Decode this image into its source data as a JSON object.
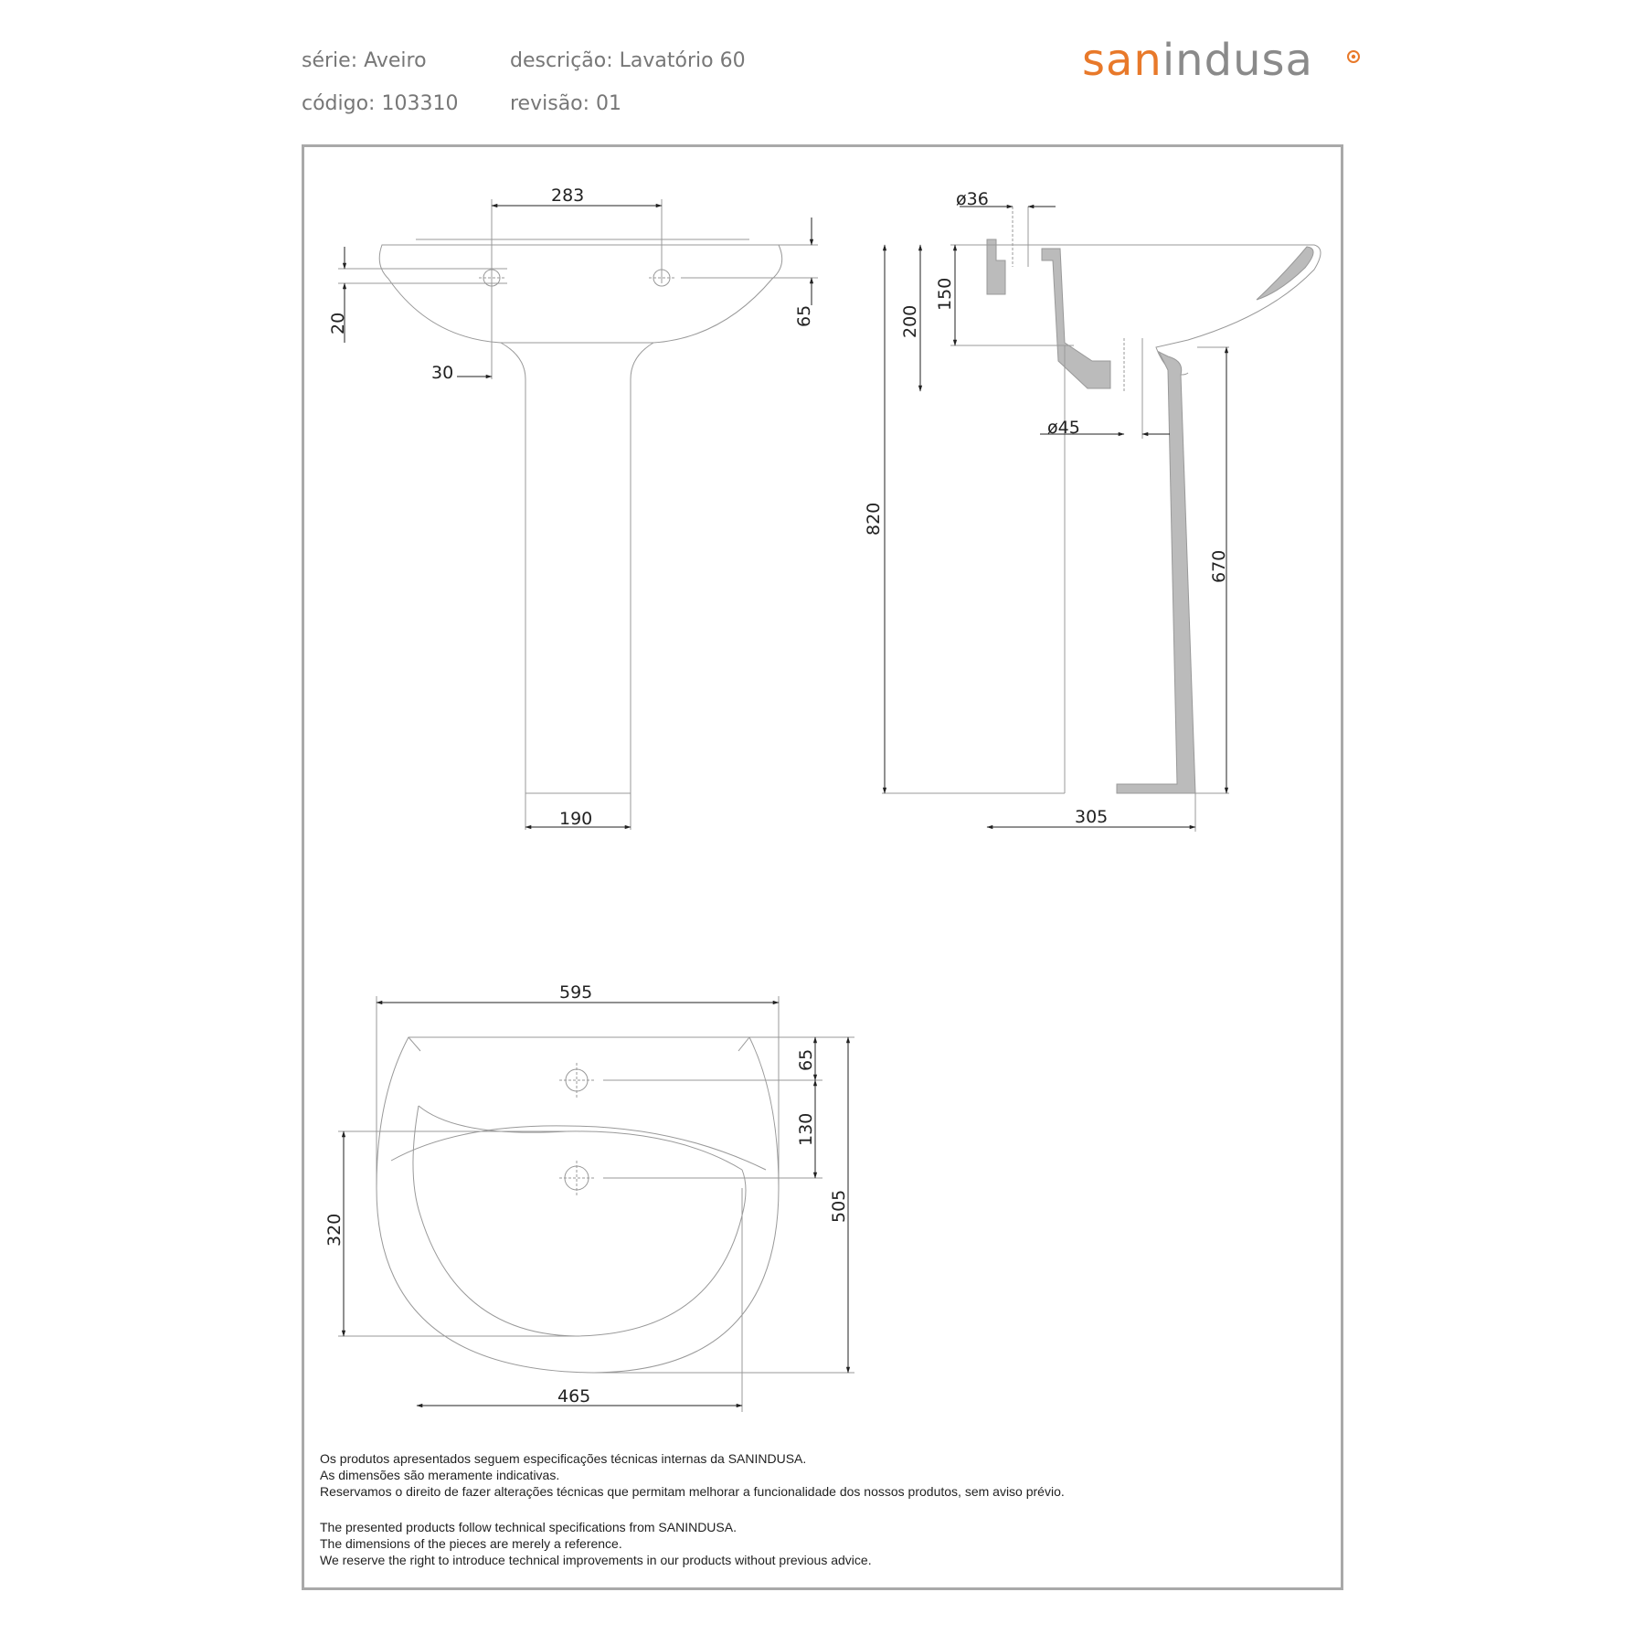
{
  "header": {
    "serie_label": "série: Aveiro",
    "descricao_label": "descrição: Lavatório 60",
    "codigo_label": "código: 103310",
    "revisao_label": "revisão: 01"
  },
  "logo": {
    "part1": "san",
    "part2": "indusa"
  },
  "dimensions": {
    "front": {
      "holes_spacing": "283",
      "hole_offset": "20",
      "rim_to_hole": "65",
      "hole_inset": "30",
      "pedestal_width": "190"
    },
    "side": {
      "tap_hole_diameter": "ø36",
      "waste_diameter": "ø45",
      "depth_150": "150",
      "depth_200": "200",
      "height_820": "820",
      "height_670": "670",
      "projection_305": "305"
    },
    "top": {
      "width_595": "595",
      "back_65": "65",
      "spacing_130": "130",
      "depth_505": "505",
      "bowl_320": "320",
      "bowl_465": "465"
    }
  },
  "notes_pt": [
    "Os produtos apresentados seguem especificações técnicas internas da SANINDUSA.",
    "As dimensões são meramente indicativas.",
    "Reservamos o direito de fazer alterações técnicas que permitam melhorar a funcionalidade dos nossos produtos, sem aviso prévio."
  ],
  "notes_en": [
    "The presented products follow technical specifications from SANINDUSA.",
    "The dimensions of the pieces are merely a reference.",
    "We reserve the right to introduce technical improvements in our products without previous advice."
  ],
  "colors": {
    "brand_orange": "#e8792a",
    "brand_grey": "#8a8a8a",
    "frame": "#a9a9a9"
  }
}
